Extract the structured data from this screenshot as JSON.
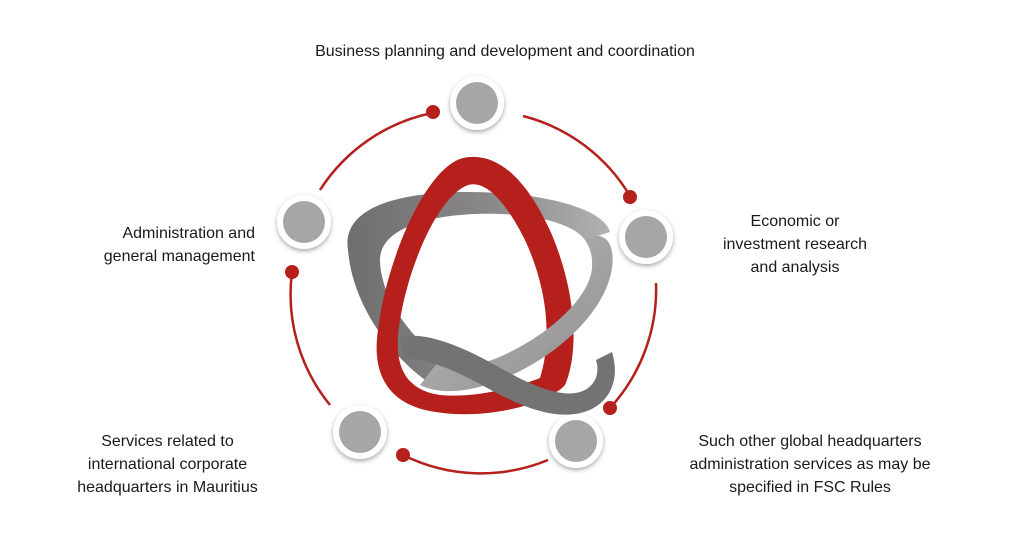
{
  "diagram": {
    "colors": {
      "red": "#b5201c",
      "dark_gray": "#7a7879",
      "light_gray": "#a9a8a8",
      "node_fill": "#a6a6a6",
      "node_border": "#ffffff",
      "arc": "#b5201c"
    },
    "nodes": [
      {
        "id": "top",
        "lines": [
          "Business planning and development and coordination"
        ]
      },
      {
        "id": "left",
        "lines": [
          "Administration and",
          "general management"
        ]
      },
      {
        "id": "right",
        "lines": [
          "Economic or",
          "investment research",
          "and analysis"
        ]
      },
      {
        "id": "bottom-left",
        "lines": [
          "Services related to",
          "international corporate",
          "headquarters in Mauritius"
        ]
      },
      {
        "id": "bottom-right",
        "lines": [
          "Such other global headquarters",
          "administration services as may be",
          "specified in FSC Rules"
        ]
      }
    ]
  }
}
